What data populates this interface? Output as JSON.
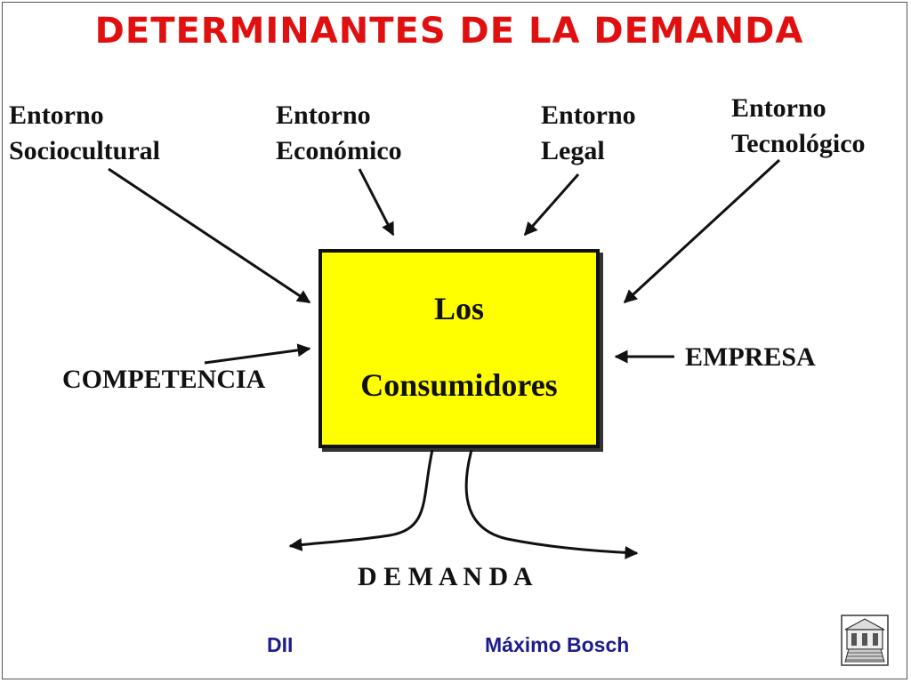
{
  "title": "DETERMINANTES DE LA DEMANDA",
  "environments": [
    {
      "line1": "Entorno",
      "line2": "Sociocultural"
    },
    {
      "line1": "Entorno",
      "line2": "Económico"
    },
    {
      "line1": "Entorno",
      "line2": "Legal"
    },
    {
      "line1": "Entorno",
      "line2": "Tecnológico"
    }
  ],
  "center": {
    "line1": "Los",
    "line2": "Consumidores"
  },
  "competencia": "COMPETENCIA",
  "empresa": "EMPRESA",
  "demanda": "D E M A N D A",
  "footer": {
    "left": "DII",
    "right": "Máximo Bosch"
  },
  "colors": {
    "title": "#e01010",
    "box": "#ffff00",
    "footer": "#1c1c8c"
  },
  "logo_icon": "building-logo-icon"
}
